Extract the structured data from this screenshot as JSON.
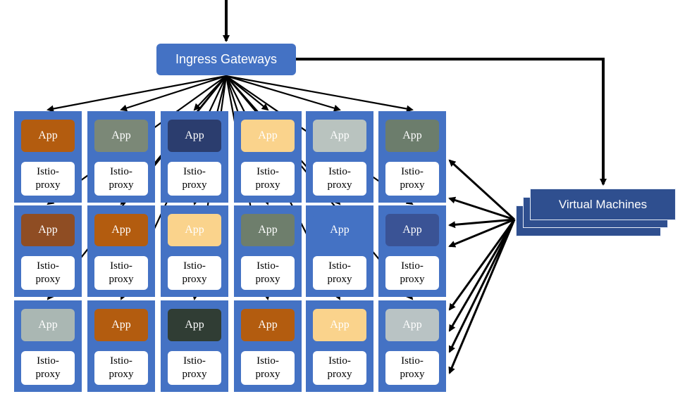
{
  "gateway": {
    "label": "Ingress Gateways"
  },
  "virtual_machines": {
    "label": "Virtual Machines"
  },
  "pods": {
    "app_label": "App",
    "proxy_line1": "Istio-",
    "proxy_line2": "proxy",
    "rows": [
      [
        "#b35c0f",
        "#7b8877",
        "#2b3d6e",
        "#fad38c",
        "#b9c3bf",
        "#6c7d6c"
      ],
      [
        "#8f4d23",
        "#b35c0f",
        "#fad38c",
        "#6e7e6c",
        "#4472c4",
        "#3a5395"
      ],
      [
        "#aab7b3",
        "#b35c0f",
        "#303d34",
        "#b35c0f",
        "#fad38c",
        "#b9c3c4"
      ]
    ]
  },
  "colors": {
    "pod_blue": "#4472c4",
    "vm_blue": "#2f4f8f",
    "arrow": "#000000"
  }
}
